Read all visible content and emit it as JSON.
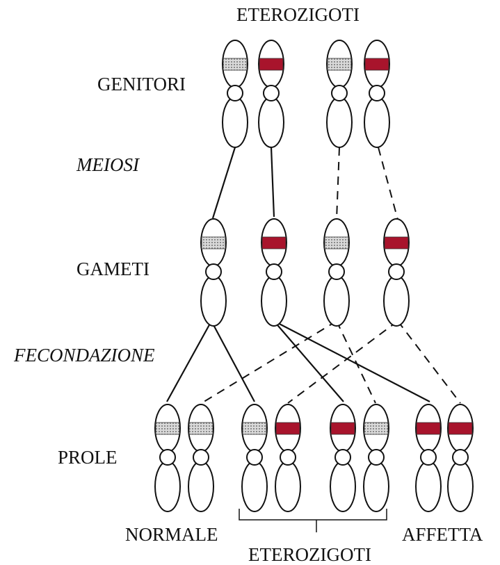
{
  "labels": {
    "top_group": "ETEROZIGOTI",
    "parents": "GENITORI",
    "meiosis": "MEIOSI",
    "gametes": "GAMETI",
    "fertilization": "FECONDAZIONE",
    "offspring": "PROLE",
    "normal": "NORMALE",
    "affected": "AFFETTA",
    "bottom_group": "ETEROZIGOTI"
  },
  "colors": {
    "mutant_band": "#a8142c",
    "normal_band": "#d9d9d9",
    "outline": "#111111"
  },
  "chromosomes": {
    "parents": [
      "normal",
      "mutant",
      "normal",
      "mutant"
    ],
    "gametes": [
      "normal",
      "mutant",
      "normal",
      "mutant"
    ],
    "offspring": [
      "normal",
      "normal",
      "normal",
      "mutant",
      "mutant",
      "normal",
      "mutant",
      "mutant"
    ]
  },
  "offspring_groups": [
    "normal",
    "heterozygous",
    "heterozygous",
    "affected"
  ]
}
